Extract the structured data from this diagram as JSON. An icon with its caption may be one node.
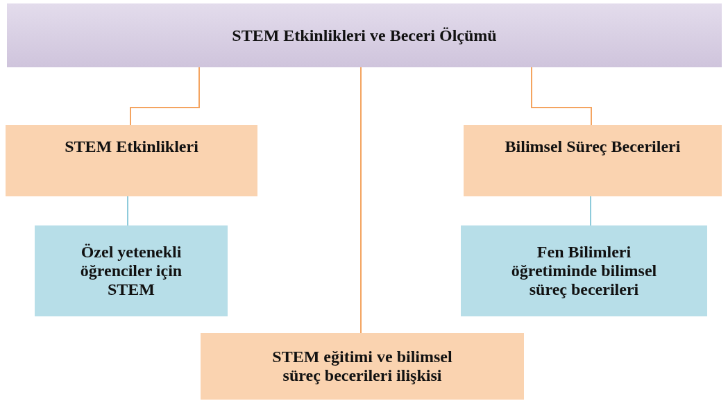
{
  "diagram": {
    "nodes": [
      {
        "text": [
          "STEM Etkinlikleri ve Beceri Ölçümü"
        ]
      },
      {
        "text": [
          "STEM Etkinlikleri"
        ]
      },
      {
        "text": [
          "Özel yetenekli öğrenciler için STEM"
        ]
      },
      {
        "text": [
          "Bilimsel Süreç Becerileri"
        ]
      },
      {
        "text": [
          "Fen Bilimleri öğretiminde bilimsel süreç becerileri"
        ]
      },
      {
        "text": [
          "STEM eğitimi ve bilimsel süreç becerileri ilişkisi"
        ]
      }
    ],
    "edges": [
      {
        "from": 0,
        "to": 1,
        "arrow": "none"
      },
      {
        "from": 0,
        "to": 5,
        "arrow": "none"
      },
      {
        "from": 0,
        "to": 3,
        "arrow": "none"
      },
      {
        "from": 1,
        "to": 2,
        "arrow": "none",
        "color": "#8ecbdb"
      },
      {
        "from": 3,
        "to": 4,
        "arrow": "none",
        "color": "#8ecbdb"
      }
    ]
  }
}
